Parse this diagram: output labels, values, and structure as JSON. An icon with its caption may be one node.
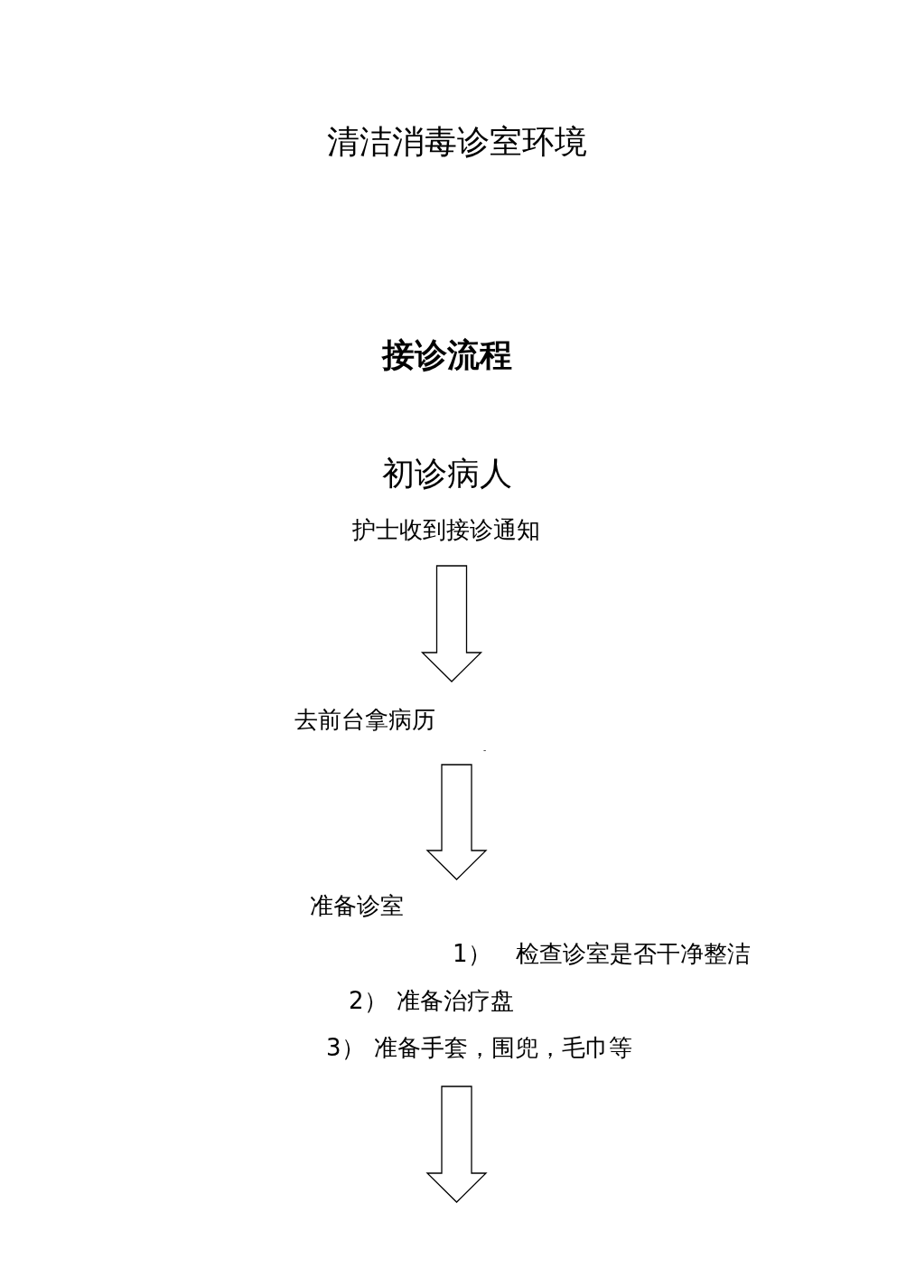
{
  "diagram": {
    "title": "接诊流程",
    "nodes": [
      {
        "text": [
          "护士收到接诊通知"
        ]
      },
      {
        "text": [
          "去前台拿病历"
        ]
      },
      {
        "text": [
          "准备诊室",
          "1）",
          "检查诊室是否干净整洁",
          "2）",
          "准备治疗盘",
          "3）",
          "准备手套，围兜，毛巾等"
        ]
      }
    ],
    "edges": [
      {
        "from": 0,
        "to": 1,
        "arrow": "to"
      },
      {
        "from": 1,
        "to": 2,
        "arrow": "to"
      },
      {
        "from": 2,
        "to": null,
        "arrow": "to"
      }
    ],
    "labels": [
      "清洁消毒诊室环境",
      "初诊病人",
      "-"
    ]
  }
}
